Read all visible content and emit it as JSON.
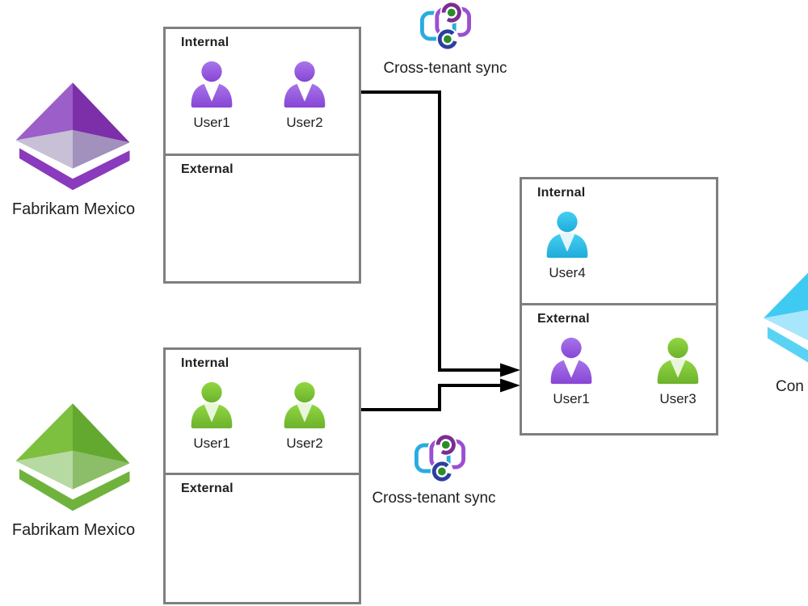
{
  "colors": {
    "box_border": "#7f7f7f",
    "arrow": "#000000",
    "text": "#1f1f1f",
    "user_purple": {
      "top": "#a876ea",
      "bottom": "#8745d5",
      "notch": "#ffffff"
    },
    "user_green": {
      "top": "#92d742",
      "bottom": "#6cb22c",
      "notch": "#e9f6da"
    },
    "user_cyan": {
      "top": "#45cff2",
      "bottom": "#20acda",
      "notch": "#e2f6fb"
    },
    "pyramid_purple": {
      "face_tl": "#9c5ec9",
      "face_tr": "#7c2fa9",
      "face_bl": "#c7c0d6",
      "face_br": "#a191bc",
      "base": "#8a3abc"
    },
    "pyramid_green": {
      "face_tl": "#7dbf3e",
      "face_tr": "#63a92f",
      "face_bl": "#b7d9a2",
      "face_br": "#8cbd68",
      "base": "#6fb33c"
    },
    "pyramid_cyan": {
      "face_tl": "#3fcbf1",
      "face_tr": "#29bfe9",
      "face_bl": "#a8e6fb",
      "face_br": "#7edbf7",
      "base": "#58d3f4"
    },
    "sync": {
      "cyan_rect": "#29abe2",
      "purple_rect": "#9b4fd0",
      "purple_ring": "#7a2d94",
      "navy_ring": "#2b3f9e",
      "dot": "#2e8b2a"
    }
  },
  "tenants": {
    "fabrikam_top": {
      "label": "Fabrikam Mexico"
    },
    "fabrikam_bottom": {
      "label": "Fabrikam Mexico"
    },
    "contoso": {
      "label": "Con"
    }
  },
  "sync_top": {
    "label": "Cross-tenant sync"
  },
  "sync_bottom": {
    "label": "Cross-tenant sync"
  },
  "boxes": {
    "top": {
      "internal": {
        "title": "Internal",
        "users": [
          {
            "label": "User1"
          },
          {
            "label": "User2"
          }
        ]
      },
      "external": {
        "title": "External",
        "users": []
      }
    },
    "bottom": {
      "internal": {
        "title": "Internal",
        "users": [
          {
            "label": "User1"
          },
          {
            "label": "User2"
          }
        ]
      },
      "external": {
        "title": "External",
        "users": []
      }
    },
    "target": {
      "internal": {
        "title": "Internal",
        "users": [
          {
            "label": "User4"
          }
        ]
      },
      "external": {
        "title": "External",
        "users": [
          {
            "label": "User1"
          },
          {
            "label": "User3"
          }
        ]
      }
    }
  }
}
